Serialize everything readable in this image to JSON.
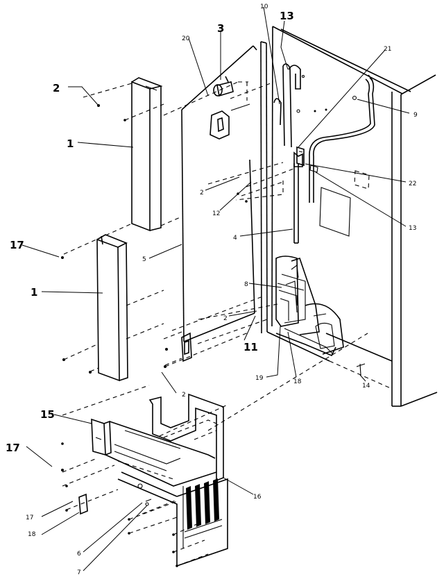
{
  "callouts": {
    "c1a": "1",
    "c1b": "1",
    "c2a": "2",
    "c2b": "2",
    "c2c": "2",
    "c2d": "2",
    "c3": "3",
    "c4": "4",
    "c5": "5",
    "c6": "6",
    "c7": "7",
    "c8": "8",
    "c9": "9",
    "c10": "10",
    "c11": "11",
    "c12": "12",
    "c13a": "13",
    "c13b": "13",
    "c14": "14",
    "c15": "15",
    "c16": "16",
    "c17a": "17",
    "c17b": "17",
    "c17c": "17",
    "c18a": "18",
    "c18b": "18",
    "c19": "19",
    "c20": "20",
    "c21": "21",
    "c22": "22"
  }
}
